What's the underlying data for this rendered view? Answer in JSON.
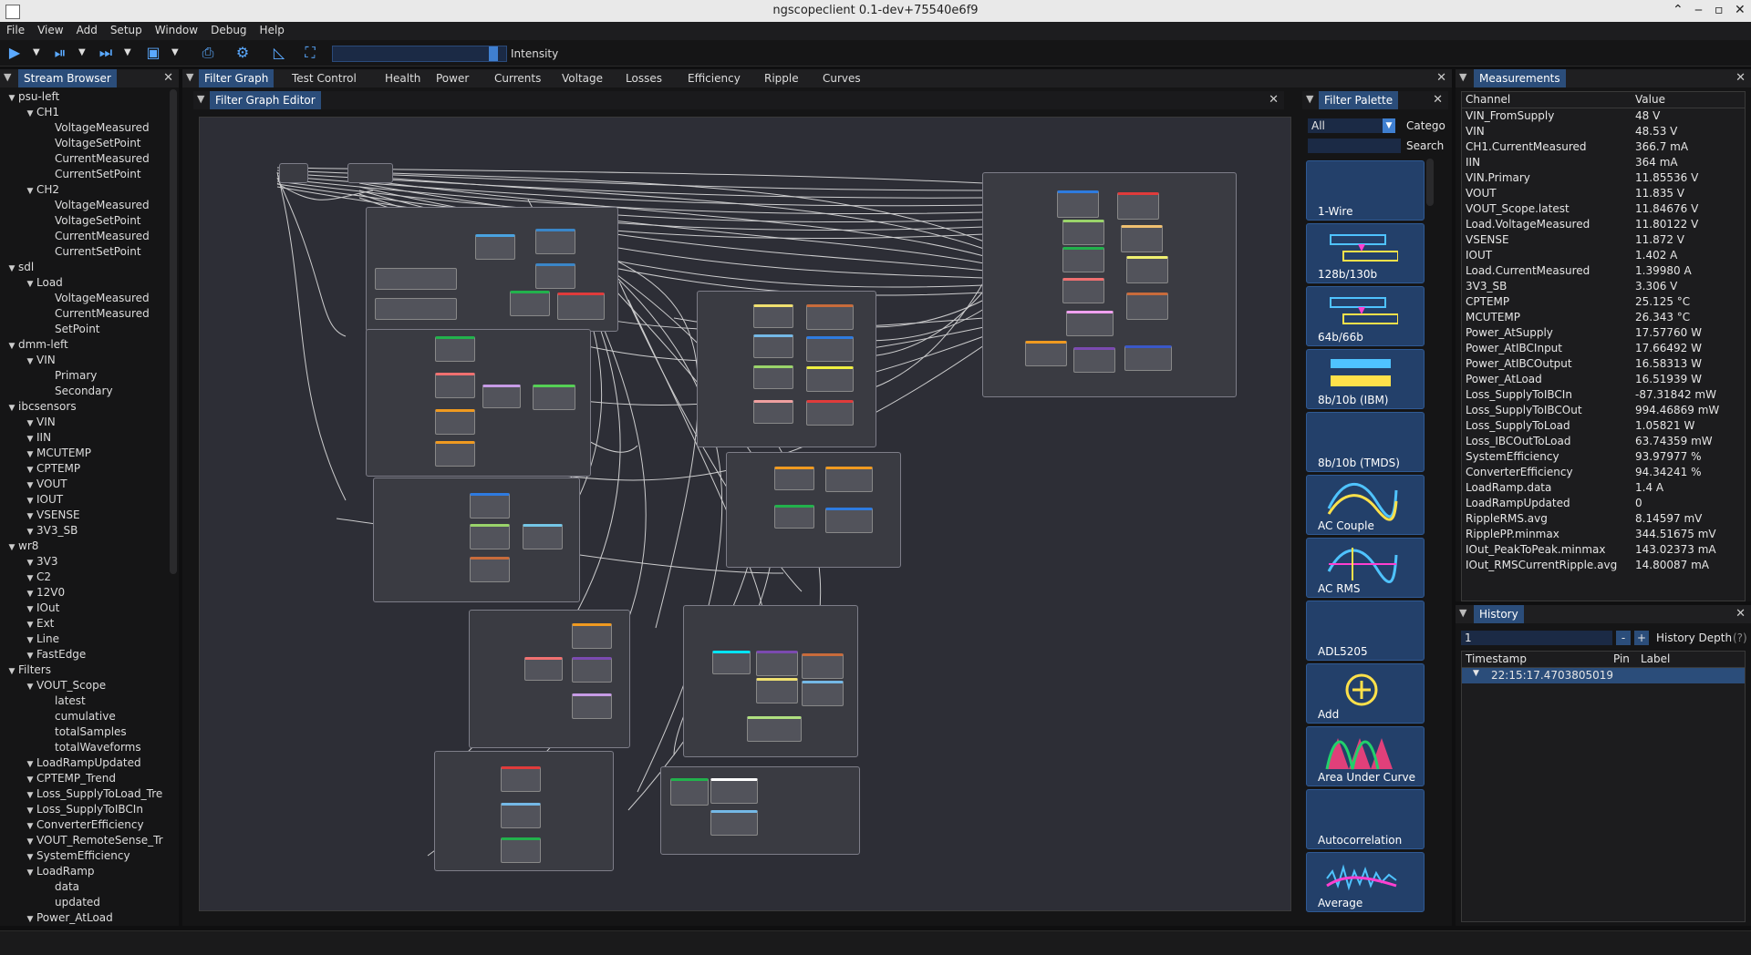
{
  "window": {
    "title": "ngscopeclient 0.1-dev+75540e6f9"
  },
  "menu": [
    "File",
    "View",
    "Add",
    "Setup",
    "Window",
    "Debug",
    "Help"
  ],
  "toolbar": {
    "intensity_label": "Intensity",
    "intensity_level": 0.95
  },
  "stream_browser": {
    "title": "Stream Browser",
    "items": [
      {
        "depth": 0,
        "arrow": "▼",
        "label": "psu-left"
      },
      {
        "depth": 1,
        "arrow": "▼",
        "label": "CH1"
      },
      {
        "depth": 2,
        "arrow": "",
        "label": "VoltageMeasured"
      },
      {
        "depth": 2,
        "arrow": "",
        "label": "VoltageSetPoint"
      },
      {
        "depth": 2,
        "arrow": "",
        "label": "CurrentMeasured"
      },
      {
        "depth": 2,
        "arrow": "",
        "label": "CurrentSetPoint"
      },
      {
        "depth": 1,
        "arrow": "▼",
        "label": "CH2"
      },
      {
        "depth": 2,
        "arrow": "",
        "label": "VoltageMeasured"
      },
      {
        "depth": 2,
        "arrow": "",
        "label": "VoltageSetPoint"
      },
      {
        "depth": 2,
        "arrow": "",
        "label": "CurrentMeasured"
      },
      {
        "depth": 2,
        "arrow": "",
        "label": "CurrentSetPoint"
      },
      {
        "depth": 0,
        "arrow": "▼",
        "label": "sdl"
      },
      {
        "depth": 1,
        "arrow": "▼",
        "label": "Load"
      },
      {
        "depth": 2,
        "arrow": "",
        "label": "VoltageMeasured"
      },
      {
        "depth": 2,
        "arrow": "",
        "label": "CurrentMeasured"
      },
      {
        "depth": 2,
        "arrow": "",
        "label": "SetPoint"
      },
      {
        "depth": 0,
        "arrow": "▼",
        "label": "dmm-left"
      },
      {
        "depth": 1,
        "arrow": "▼",
        "label": "VIN"
      },
      {
        "depth": 2,
        "arrow": "",
        "label": "Primary"
      },
      {
        "depth": 2,
        "arrow": "",
        "label": "Secondary"
      },
      {
        "depth": 0,
        "arrow": "▼",
        "label": "ibcsensors"
      },
      {
        "depth": 1,
        "arrow": "▼",
        "label": "VIN"
      },
      {
        "depth": 1,
        "arrow": "▼",
        "label": "IIN"
      },
      {
        "depth": 1,
        "arrow": "▼",
        "label": "MCUTEMP"
      },
      {
        "depth": 1,
        "arrow": "▼",
        "label": "CPTEMP"
      },
      {
        "depth": 1,
        "arrow": "▼",
        "label": "VOUT"
      },
      {
        "depth": 1,
        "arrow": "▼",
        "label": "IOUT"
      },
      {
        "depth": 1,
        "arrow": "▼",
        "label": "VSENSE"
      },
      {
        "depth": 1,
        "arrow": "▼",
        "label": "3V3_SB"
      },
      {
        "depth": 0,
        "arrow": "▼",
        "label": "wr8"
      },
      {
        "depth": 1,
        "arrow": "▼",
        "label": "3V3"
      },
      {
        "depth": 1,
        "arrow": "▼",
        "label": "C2"
      },
      {
        "depth": 1,
        "arrow": "▼",
        "label": "12V0"
      },
      {
        "depth": 1,
        "arrow": "▼",
        "label": "IOut"
      },
      {
        "depth": 1,
        "arrow": "▼",
        "label": "Ext"
      },
      {
        "depth": 1,
        "arrow": "▼",
        "label": "Line"
      },
      {
        "depth": 1,
        "arrow": "▼",
        "label": "FastEdge"
      },
      {
        "depth": 0,
        "arrow": "▼",
        "label": "Filters"
      },
      {
        "depth": 1,
        "arrow": "▼",
        "label": "VOUT_Scope"
      },
      {
        "depth": 2,
        "arrow": "",
        "label": "latest"
      },
      {
        "depth": 2,
        "arrow": "",
        "label": "cumulative"
      },
      {
        "depth": 2,
        "arrow": "",
        "label": "totalSamples"
      },
      {
        "depth": 2,
        "arrow": "",
        "label": "totalWaveforms"
      },
      {
        "depth": 1,
        "arrow": "▼",
        "label": "LoadRampUpdated"
      },
      {
        "depth": 1,
        "arrow": "▼",
        "label": "CPTEMP_Trend"
      },
      {
        "depth": 1,
        "arrow": "▼",
        "label": "Loss_SupplyToLoad_Tre"
      },
      {
        "depth": 1,
        "arrow": "▼",
        "label": "Loss_SupplyToIBCIn"
      },
      {
        "depth": 1,
        "arrow": "▼",
        "label": "ConverterEfficiency"
      },
      {
        "depth": 1,
        "arrow": "▼",
        "label": "VOUT_RemoteSense_Tr"
      },
      {
        "depth": 1,
        "arrow": "▼",
        "label": "SystemEfficiency"
      },
      {
        "depth": 1,
        "arrow": "▼",
        "label": "LoadRamp"
      },
      {
        "depth": 2,
        "arrow": "",
        "label": "data"
      },
      {
        "depth": 2,
        "arrow": "",
        "label": "updated"
      },
      {
        "depth": 1,
        "arrow": "▼",
        "label": "Power_AtLoad"
      }
    ]
  },
  "workspace_tabs": [
    "Filter Graph",
    "Test Control",
    "Health",
    "Power",
    "Currents",
    "Voltage",
    "Losses",
    "Efficiency",
    "Ripple",
    "Curves"
  ],
  "filter_graph_editor": {
    "title": "Filter Graph Editor"
  },
  "filter_palette": {
    "title": "Filter Palette",
    "category_value": "All",
    "category_label": "Catego",
    "search_label": "Search",
    "search_value": "",
    "items": [
      "1-Wire",
      "128b/130b",
      "64b/66b",
      "8b/10b (IBM)",
      "8b/10b (TMDS)",
      "AC Couple",
      "AC RMS",
      "ADL5205",
      "Add",
      "Area Under Curve",
      "Autocorrelation",
      "Average"
    ]
  },
  "measurements": {
    "title": "Measurements",
    "columns": [
      "Channel",
      "Value"
    ],
    "rows": [
      [
        "VIN_FromSupply",
        "48 V"
      ],
      [
        "VIN",
        "48.53 V"
      ],
      [
        "CH1.CurrentMeasured",
        "366.7 mA"
      ],
      [
        "IIN",
        "364 mA"
      ],
      [
        "VIN.Primary",
        "11.85536 V"
      ],
      [
        "VOUT",
        "11.835 V"
      ],
      [
        "VOUT_Scope.latest",
        "11.84676 V"
      ],
      [
        "Load.VoltageMeasured",
        "11.80122 V"
      ],
      [
        "VSENSE",
        "11.872 V"
      ],
      [
        "IOUT",
        "1.402 A"
      ],
      [
        "Load.CurrentMeasured",
        "1.39980 A"
      ],
      [
        "3V3_SB",
        "3.306 V"
      ],
      [
        "CPTEMP",
        "25.125 °C"
      ],
      [
        "MCUTEMP",
        "26.343 °C"
      ],
      [
        "Power_AtSupply",
        "17.57760 W"
      ],
      [
        "Power_AtIBCInput",
        "17.66492 W"
      ],
      [
        "Power_AtIBCOutput",
        "16.58313 W"
      ],
      [
        "Power_AtLoad",
        "16.51939 W"
      ],
      [
        "Loss_SupplyToIBCIn",
        "-87.31842 mW"
      ],
      [
        "Loss_SupplyToIBCOut",
        "994.46869 mW"
      ],
      [
        "Loss_SupplyToLoad",
        "1.05821 W"
      ],
      [
        "Loss_IBCOutToLoad",
        "63.74359 mW"
      ],
      [
        "SystemEfficiency",
        "93.97977 %"
      ],
      [
        "ConverterEfficiency",
        "94.34241 %"
      ],
      [
        "LoadRamp.data",
        "1.4 A"
      ],
      [
        "LoadRampUpdated",
        "0"
      ],
      [
        "RippleRMS.avg",
        "8.14597 mV"
      ],
      [
        "RipplePP.minmax",
        "344.51675 mV"
      ],
      [
        "IOut_PeakToPeak.minmax",
        "143.02373 mA"
      ],
      [
        "IOut_RMSCurrentRipple.avg",
        "14.80087 mA"
      ]
    ]
  },
  "history": {
    "title": "History",
    "depth_value": "1",
    "minus": "-",
    "plus": "+",
    "depth_label": "History Depth",
    "help": "(?)",
    "columns": [
      "Timestamp",
      "Pin",
      "Label"
    ],
    "rows": [
      [
        "22:15:17.4703805019",
        "",
        ""
      ]
    ]
  },
  "colors": {
    "accent": "#2b4d7a",
    "palette_button": "#23406a",
    "graph_bg": "#2d2e36",
    "wire": "#e8e8e8"
  }
}
